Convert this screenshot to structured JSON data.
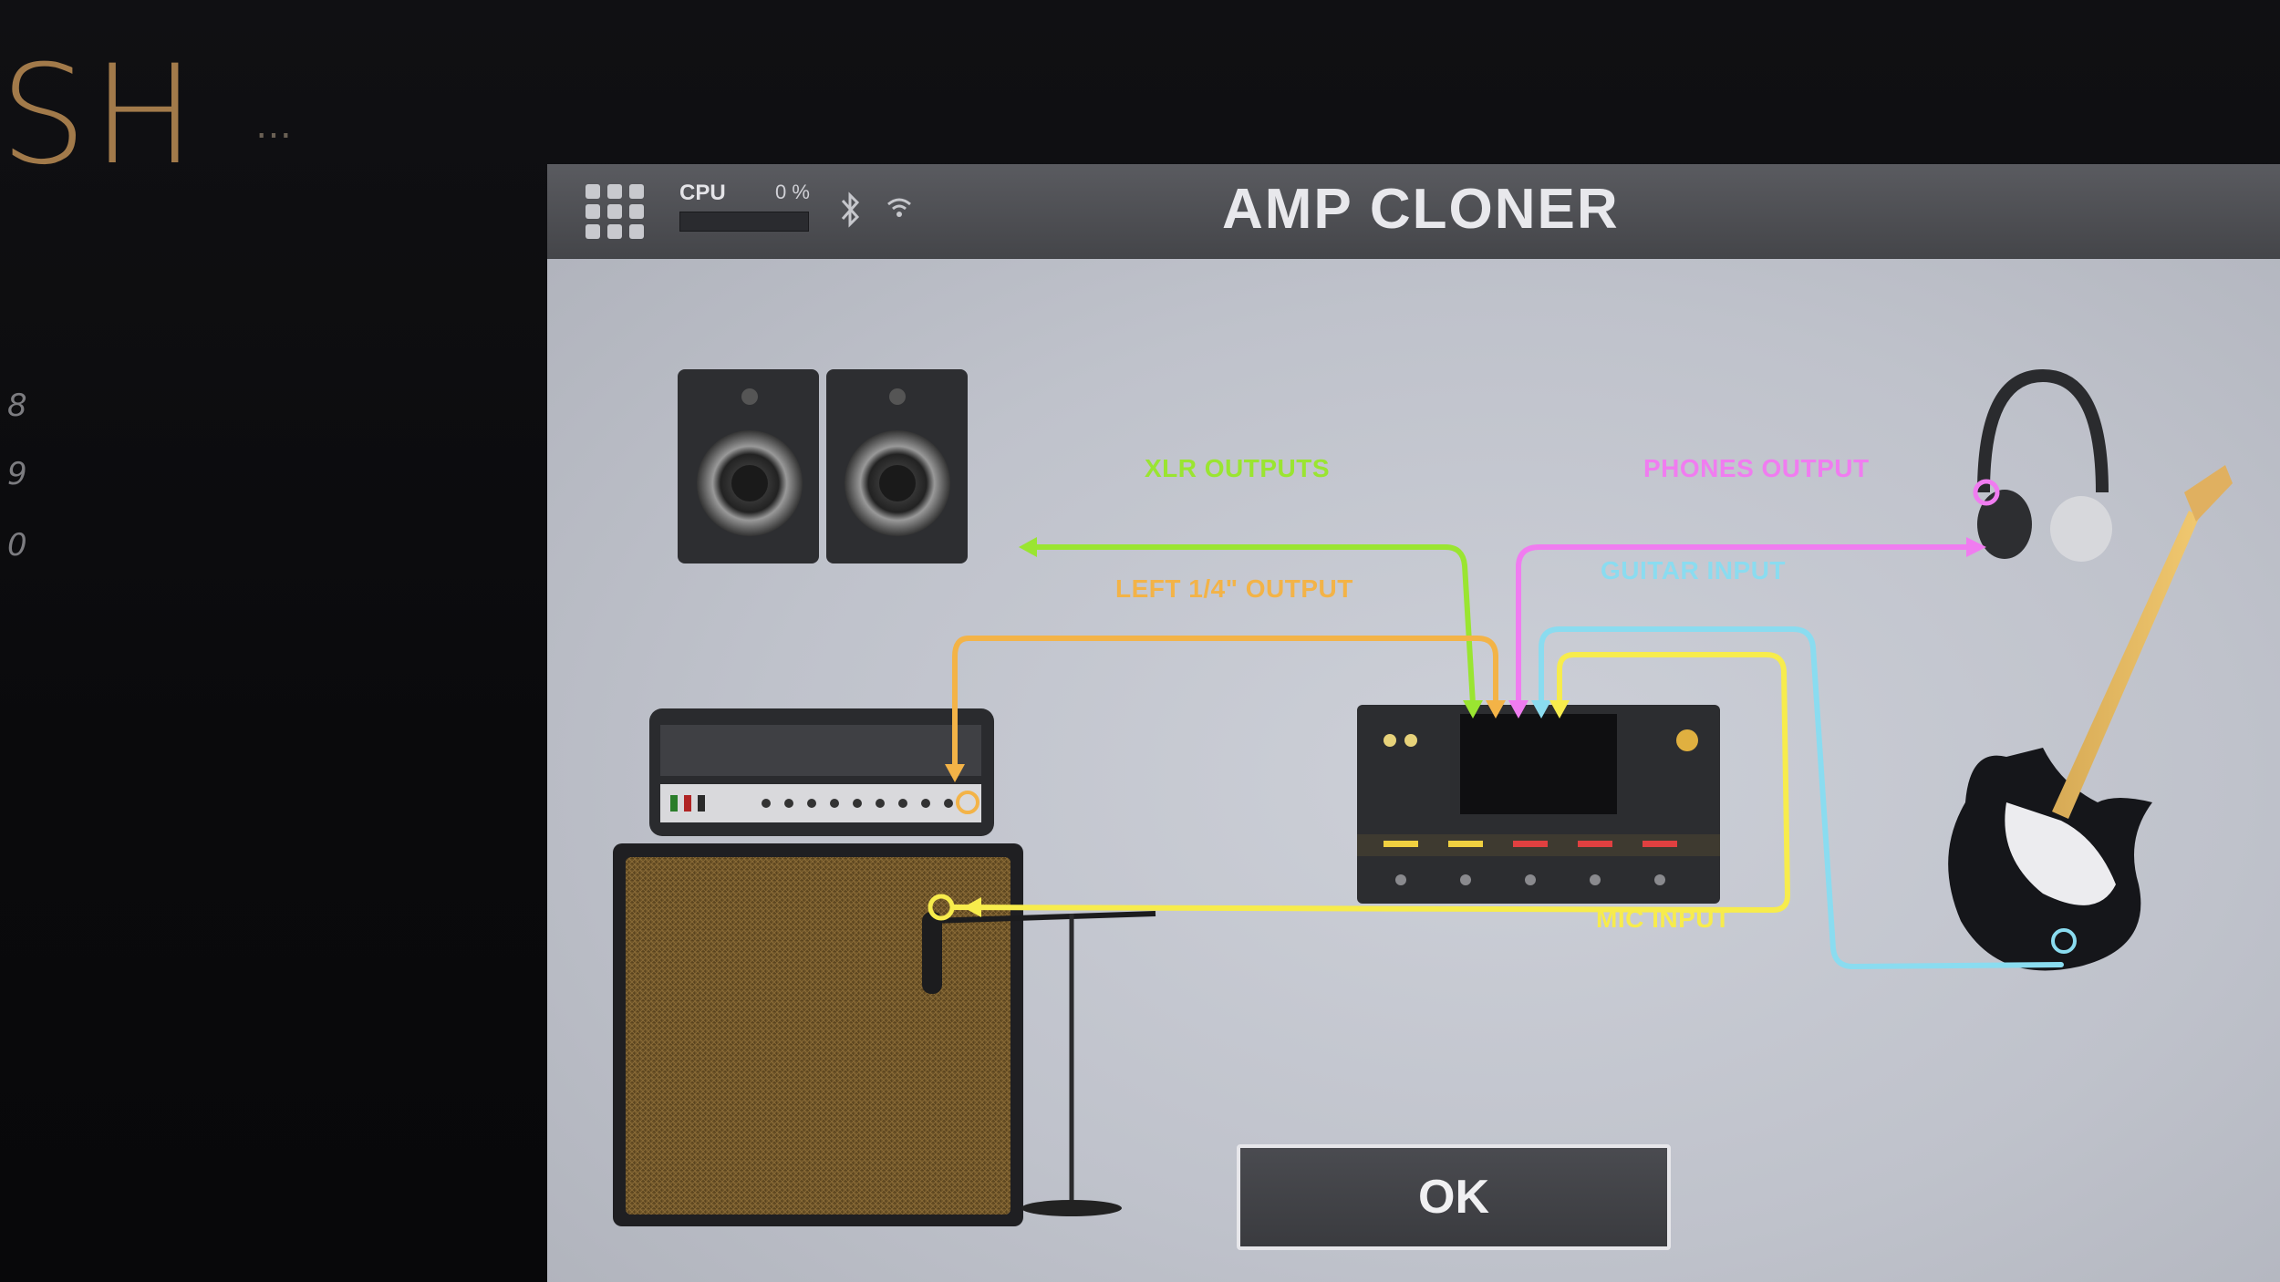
{
  "device": {
    "brand_text": "SH",
    "brand_sub": "…",
    "side_numbers": [
      "8",
      "9",
      "0"
    ]
  },
  "topbar": {
    "cpu_label": "CPU",
    "cpu_value": "0 %",
    "cpu_load_fraction": 0.0,
    "title": "AMP CLONER",
    "icons": [
      "grid-menu-icon",
      "bluetooth-icon",
      "wifi-icon"
    ]
  },
  "connections": {
    "xlr_outputs": "XLR OUTPUTS",
    "phones_output": "PHONES OUTPUT",
    "left_output": "LEFT 1/4\" OUTPUT",
    "guitar_input": "GUITAR INPUT",
    "mic_input": "MIC INPUT"
  },
  "colors": {
    "xlr": "#9ae531",
    "phones": "#f07cf0",
    "left_output": "#f3b347",
    "guitar": "#8adcf0",
    "mic": "#f7ec4c"
  },
  "ok_button": {
    "label": "OK"
  }
}
